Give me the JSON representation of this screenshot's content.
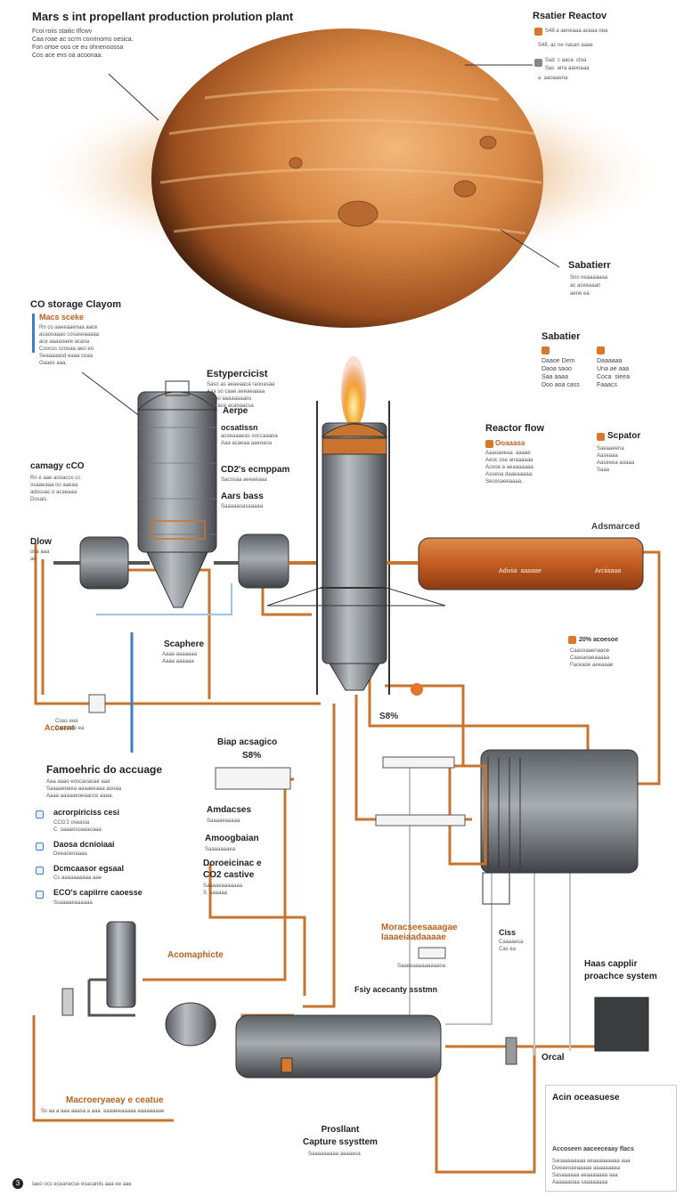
{
  "title": "Mars s int propellant production prolution plant",
  "title_sub": "Fcoi roiis staitic Ilfcwv\nCaa roae ac scrm conrinoms oesica.\nFon ortoe oos ce eu ohnenoossa\nCos ace ens oa acoonaa.",
  "reactor_top": {
    "heading": "Rsatier Reactov",
    "lines": [
      "S48 a aeneaaa aceaa oea",
      "S48, ac ne nasan aaae",
      "Sad  c aaca  ctoa",
      "Sas  arra aaooaaa",
      "a  aaoaaena"
    ]
  },
  "sabatier_top": {
    "heading": "Sabatierr",
    "lines": [
      "Sns neaaaaaaa",
      "ac aceeaaan",
      "aene ea"
    ]
  },
  "sabatier_mid": {
    "heading": "Sabatier",
    "left": "Daaoe Dem\nDaoa saoo\nSaa aaaa\nDoo aoa cass",
    "right": "Daaaaaa\nUna ae aaa\nCoca  sieea\nFaaacs"
  },
  "co_storage": {
    "heading": "CO storage Clayom",
    "sub": "Macs sceke",
    "body": "Rn co aaeeaaenaa aace\nacaooaaao cosaseaaaaa\nace aaaaoaee acaoa\nCoocss scooaa aeo eo\nSeaaaaasd eaaa coaa\nGaaes aaa."
  },
  "catalyst": {
    "heading": "Estypercicist",
    "body": "Saso as aeaeaaca raooasaa\nAaa so caae aeeaeaaaa\nAo oo aaaaaaaaos\nPoa ace acaoaacsa"
  },
  "aerpe": "Aerpe",
  "oceanic": {
    "heading": "ocsatissn",
    "body": "acoeaaaeas ooccaaaoa\nAaa acaeaa aaeoaoa"
  },
  "co2_compress": {
    "heading": "CD2's ecmppam",
    "body": "Sacosaa aeeaeaaa"
  },
  "aars": {
    "heading": "Aars bass",
    "body": "Saaaaaoasaaaaa"
  },
  "carrage": {
    "heading": "camagy cCO",
    "body": "Rn e aae aooacos cc\nosaaeaaa oo aaeaa\nadossac o acaeaaa\nDosais."
  },
  "reactor_flow": {
    "heading": "Reactor flow",
    "sub": "Ooaaasa",
    "body": "Aaaoaeeaa  aaaae\nAeoc ose anaaaaaa\nAcooe a aeaaaaaaa\nAsoeoa daaeaaaaa.\nSecesaeeaaaa."
  },
  "separator": {
    "heading": "Scpator",
    "body": "Saeaaeena\nAaseaaa\nAaseeea aoaaa\nSaaa"
  },
  "advanced": "Adsmarced",
  "tank_label_a": "Adiviia  aaaaae",
  "tank_label_b": "Arciiaaaa",
  "dlow": {
    "heading": "Dlow",
    "body": "osa aaa\nao"
  },
  "temp": {
    "heading": "20% acoesoe",
    "body": "Caasoaaenaaoe\nCaasaoaeaaaaa\nFaceaoe aeeaaae"
  },
  "scaphere": {
    "heading": "Scaphere",
    "body": "Aaaa aaaaaaa\nAaaa aaaaaa"
  },
  "pct_a": "S8%",
  "accent": "Accernt",
  "accent_body": "Coas eee\nDaasaee ea",
  "baia": {
    "heading": "Biap acsagico",
    "value": "S8%"
  },
  "fam": {
    "heading": "Famoehric do accuage",
    "body": "Aaa aaao eoscaoasae aaa\nSaaaaeoeea aaaaeeaaa aooaa\nAaaa aaaaaeoeaacce aaaa."
  },
  "legend_items": [
    {
      "label": "acrorpiriciss cesi",
      "sub": "CCG'2 oseasia\nC  oaaaosoaaacaaa"
    },
    {
      "label": "Daosa dcnioiaai",
      "sub": "Deeaoeoaaaa"
    },
    {
      "label": "Dcmcaasor egsaal",
      "sub": "Cs aaaaaaaaaa aae"
    },
    {
      "label": "ECO's capiirre caoesse",
      "sub": "Ssaaaaeaaaaaa"
    }
  ],
  "amiduc": {
    "heading": "Amdacses",
    "body": "Saaaaeaaaaa"
  },
  "amos": {
    "heading": "Amoogbaian",
    "body": "Saaaaaaaea"
  },
  "domain_label": {
    "heading": "Doroeicinac e",
    "sub": "CO2 castive",
    "body": "Saaaaeaaaaaaa\nS  saaaaa"
  },
  "monospace": {
    "heading": "Moracseesaaagae\nIaaaeiaadaaaae",
    "body": "Saaeeaaaaaaaaaoa"
  },
  "cist": {
    "heading": "Ciss",
    "body": "Caaaaesa\nCas ea"
  },
  "acomaphicte": "Acomaphicte",
  "fairy": "Fsiy acecanty ssstmn",
  "mass": "Haas capplir\nproachce system",
  "orcel": "Orcal",
  "macrosys": {
    "heading": "Macroeryaeay e ceatue",
    "body": "Ss aa a aaa aaasa a aaa  aaaaeeaaaaa aaaaaaaae"
  },
  "propellant": "Prosllant\nCapture ssysttem",
  "propellant_sub": "Saaaaaaaaa aaaaasa",
  "panel": {
    "heading": "Acin oceasuese",
    "sub": "Accoseen aaceeceaay flacs",
    "body": "Saoaaaaaaaa aeaaaaaaaaa aaa\nDeeaeoaeaaaaa aaaaaaaaa\nSasaaaaaa aeaaaaaaa aaa\nAaaaaaoaa saaaaaaaa"
  },
  "footer_num": "3",
  "footer": "Iaeo ocs eceanecse esacaniis aaa ee aae",
  "colors": {
    "copper": "#c8742e",
    "steel": "#6e7378",
    "orange_tank": "#c9622a",
    "blue": "#3f7fc0"
  }
}
